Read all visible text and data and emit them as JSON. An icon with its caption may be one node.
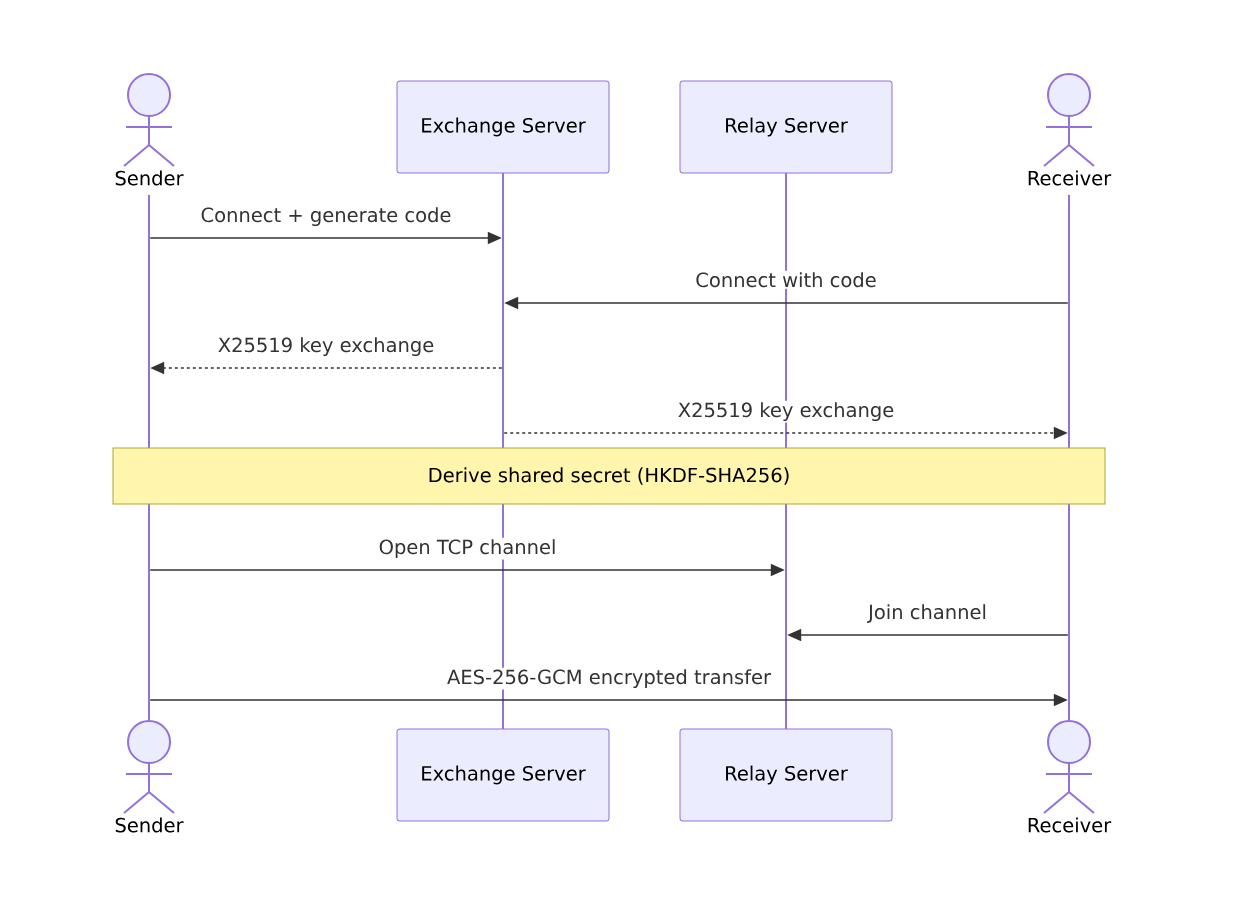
{
  "diagram": {
    "nodes": [
      {
        "text": [
          "Sender"
        ]
      },
      {
        "text": [
          "Exchange Server"
        ]
      },
      {
        "text": [
          "Relay Server"
        ]
      },
      {
        "text": [
          "Receiver"
        ]
      },
      {
        "text": [],
        "shape": "line"
      },
      {
        "text": [],
        "shape": "line"
      },
      {
        "text": [],
        "shape": "line"
      },
      {
        "text": [],
        "shape": "line"
      },
      {
        "text": [
          "Derive shared secret (HKDF-SHA256)"
        ]
      },
      {
        "text": [
          "Sender"
        ]
      },
      {
        "text": [
          "Exchange Server"
        ]
      },
      {
        "text": [
          "Relay Server"
        ]
      },
      {
        "text": [
          "Receiver"
        ]
      }
    ],
    "edges": [
      {
        "from": 4,
        "to": 5,
        "arrow": "to",
        "label": "Connect + generate code"
      },
      {
        "from": 7,
        "to": 5,
        "arrow": "to",
        "label": "Connect with code"
      },
      {
        "from": 5,
        "to": 4,
        "arrow": "to",
        "label": "X25519 key exchange",
        "style": "dashed"
      },
      {
        "from": 5,
        "to": 7,
        "arrow": "to",
        "label": "X25519 key exchange",
        "style": "dashed"
      },
      {
        "from": 4,
        "to": 6,
        "arrow": "to",
        "label": "Open TCP channel"
      },
      {
        "from": 7,
        "to": 6,
        "arrow": "to",
        "label": "Join channel"
      },
      {
        "from": 4,
        "to": 7,
        "arrow": "to",
        "label": "AES-256-GCM encrypted transfer"
      }
    ]
  }
}
